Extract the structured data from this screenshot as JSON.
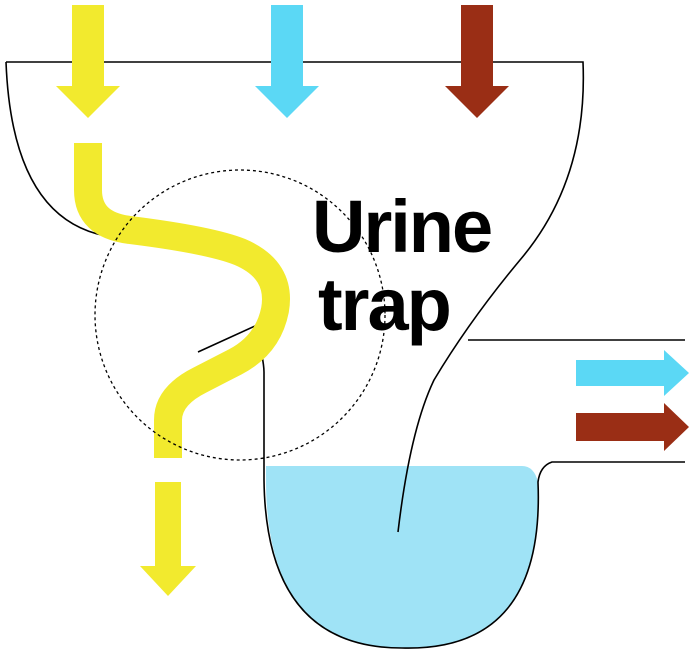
{
  "diagram": {
    "label_line1": "Urine",
    "label_line2": "trap"
  },
  "colors": {
    "urine": "#F2EA2E",
    "water": "#5BD8F5",
    "pool": "#9FE3F6",
    "solid": "#9A2E15",
    "outline": "#000000",
    "background": "#FFFFFF"
  },
  "arrows": {
    "inflow": [
      "urine",
      "water",
      "solid"
    ],
    "outflow": [
      "water",
      "solid"
    ],
    "down_outlet": "urine"
  }
}
